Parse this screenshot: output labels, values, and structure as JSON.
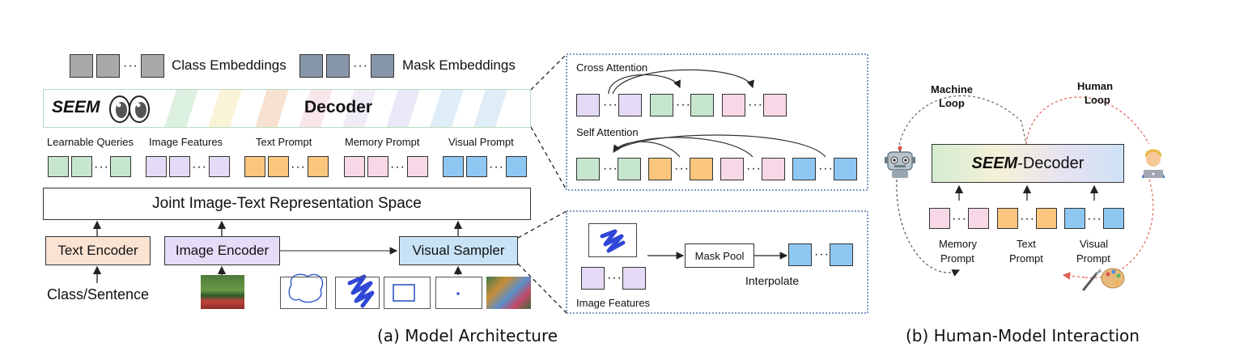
{
  "colors": {
    "green": "#c6e6cd",
    "purple": "#e5dbf6",
    "orange": "#fbc67e",
    "pink": "#f8d8e6",
    "blue": "#8ec7f2",
    "gray": "#a9a9a9",
    "slate": "#8896aa",
    "text_encoder_bg": "#fbe3d2",
    "image_encoder_bg": "#e7dcf7",
    "visual_sampler_bg": "#c9e3f6",
    "dashed_border": "#3a5f9f",
    "red_dashed": "#e0604f"
  },
  "architecture": {
    "class_embeddings_label": "Class Embeddings",
    "mask_embeddings_label": "Mask Embeddings",
    "decoder_brand": "SEEM",
    "decoder_label": "Decoder",
    "queries": [
      {
        "label": "Learnable Queries",
        "color": "green"
      },
      {
        "label": "Image Features",
        "color": "purple"
      },
      {
        "label": "Text Prompt",
        "color": "orange"
      },
      {
        "label": "Memory Prompt",
        "color": "pink"
      },
      {
        "label": "Visual Prompt",
        "color": "blue"
      }
    ],
    "joint_space_label": "Joint Image-Text Representation Space",
    "text_encoder_label": "Text Encoder",
    "image_encoder_label": "Image Encoder",
    "visual_sampler_label": "Visual Sampler",
    "class_sentence_label": "Class/Sentence",
    "visual_prompt_icons": [
      "blob-outline-icon",
      "scribble-icon",
      "box-icon",
      "point-icon"
    ]
  },
  "attention_panel": {
    "cross_attention_label": "Cross Attention",
    "self_attention_label": "Self Attention"
  },
  "sampler_panel": {
    "mask_pool_label": "Mask Pool",
    "interpolate_label": "Interpolate",
    "image_features_label": "Image Features"
  },
  "interaction": {
    "machine_loop_line1": "Machine",
    "machine_loop_line2": "Loop",
    "human_loop_line1": "Human",
    "human_loop_line2": "Loop",
    "decoder_brand": "SEEM",
    "decoder_suffix": "-Decoder",
    "prompts": [
      {
        "line1": "Memory",
        "line2": "Prompt",
        "color": "pink"
      },
      {
        "line1": "Text",
        "line2": "Prompt",
        "color": "orange"
      },
      {
        "line1": "Visual",
        "line2": "Prompt",
        "color": "blue"
      }
    ],
    "robot_icon": "robot-icon",
    "human_icon": "person-laptop-icon",
    "tools_icon": "brush-palette-icon"
  },
  "captions": {
    "a": "(a) Model Architecture",
    "b": "(b) Human-Model Interaction"
  }
}
